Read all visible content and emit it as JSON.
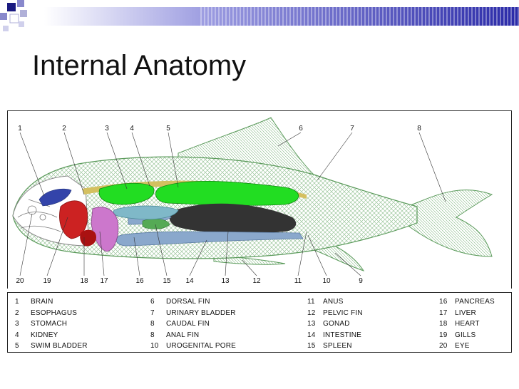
{
  "slide": {
    "title": "Internal Anatomy"
  },
  "callouts": [
    "1",
    "2",
    "3",
    "4",
    "5",
    "6",
    "7",
    "8",
    "20",
    "19",
    "18",
    "17",
    "16",
    "15",
    "14",
    "13",
    "12",
    "11",
    "10",
    "9"
  ],
  "legend": [
    {
      "num": "1",
      "label": "BRAIN"
    },
    {
      "num": "2",
      "label": "ESOPHAGUS"
    },
    {
      "num": "3",
      "label": "STOMACH"
    },
    {
      "num": "4",
      "label": "KIDNEY"
    },
    {
      "num": "5",
      "label": "SWIM BLADDER"
    },
    {
      "num": "6",
      "label": "DORSAL FIN"
    },
    {
      "num": "7",
      "label": "URINARY BLADDER"
    },
    {
      "num": "8",
      "label": "CAUDAL FIN"
    },
    {
      "num": "8",
      "label": "ANAL FIN"
    },
    {
      "num": "10",
      "label": "UROGENITAL PORE"
    },
    {
      "num": "11",
      "label": "ANUS"
    },
    {
      "num": "12",
      "label": "PELVIC FIN"
    },
    {
      "num": "13",
      "label": "GONAD"
    },
    {
      "num": "14",
      "label": "INTESTINE"
    },
    {
      "num": "15",
      "label": "SPLEEN"
    },
    {
      "num": "16",
      "label": "PANCREAS"
    },
    {
      "num": "17",
      "label": "LIVER"
    },
    {
      "num": "18",
      "label": "HEART"
    },
    {
      "num": "19",
      "label": "GILLS"
    },
    {
      "num": "20",
      "label": "EYE"
    }
  ],
  "colors": {
    "body_outline": "#5a9a5a",
    "swim_bladder": "#22dd22",
    "kidney_band": "#d4c060",
    "gonad": "#333333",
    "liver": "#cc77cc",
    "heart": "#aa1111",
    "gills": "#cc2222",
    "brain": "#3344aa",
    "intestine": "#8aa8cc",
    "spleen": "#55aa55",
    "top_bar": "#3a3ab0"
  }
}
